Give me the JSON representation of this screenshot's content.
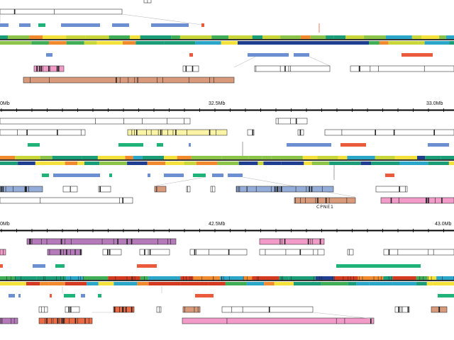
{
  "palette": {
    "band": [
      "#1f3e8f",
      "#d43a1f",
      "#f08a2c",
      "#f4e13b",
      "#c9d63a",
      "#8cc44a",
      "#3fae57",
      "#1b9e77",
      "#2aa6c9",
      "#4d7cc0"
    ],
    "seg_blue": "#6b8fd0",
    "seg_green": "#1fb37a",
    "seg_red": "#ea5a3c",
    "gene_pink": "#f29bc9",
    "gene_tan": "#d99a7c",
    "gene_yellow": "#fbf4a6",
    "gene_purple": "#b57ab9",
    "gene_blue": "#93acd8",
    "gene_orange": "#ec6a44",
    "gene_white": "#ffffff"
  },
  "panels": [
    {
      "axis": null,
      "ticks": []
    },
    {
      "axis": {
        "left_label": "0Mb",
        "mid_label": "32.5Mb",
        "right_label": "33.0Mb"
      },
      "gene_labels": [
        "CPNE1"
      ]
    },
    {
      "axis": {
        "left_label": "0Mb",
        "mid_label": "42.5Mb",
        "right_label": "43.0Mb"
      },
      "gene_labels": []
    }
  ]
}
